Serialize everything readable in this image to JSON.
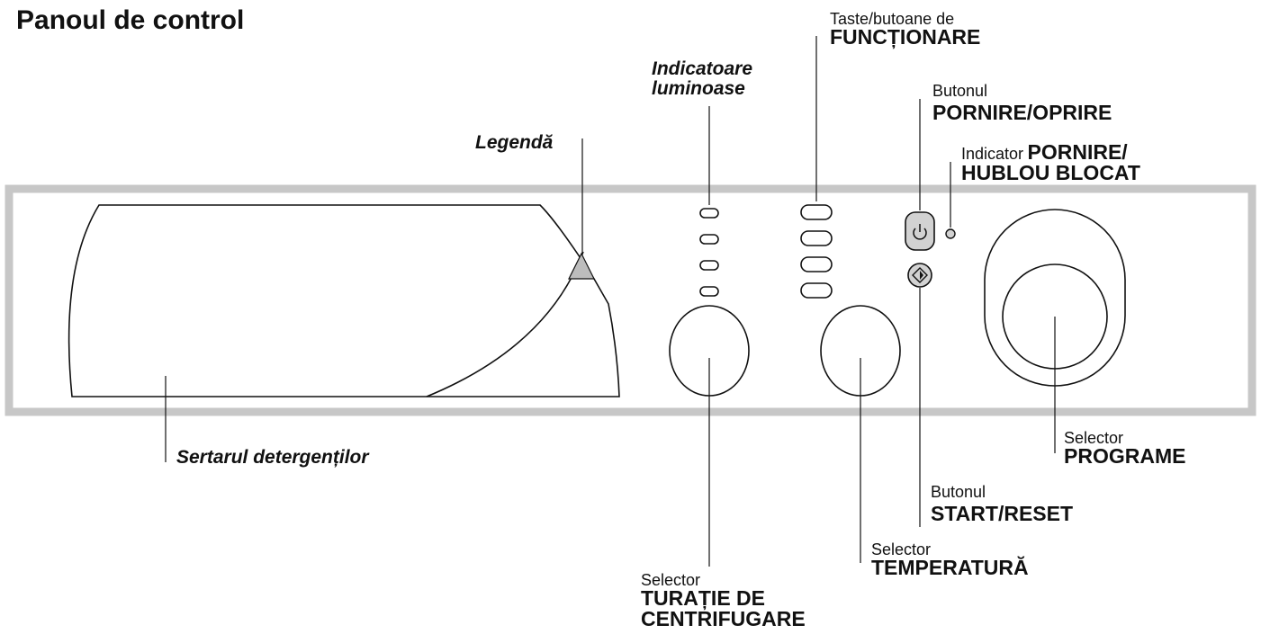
{
  "title": "Panoul de control",
  "labels": {
    "legend": "Legendă",
    "indicators_line1": "Indicatoare",
    "indicators_line2": "luminoase",
    "function_buttons_small": "Taste/butoane de",
    "function_buttons_big": "FUNCȚIONARE",
    "power_button_small": "Butonul",
    "power_button_big": "PORNIRE/OPRIRE",
    "power_indicator_small": "Indicator",
    "power_indicator_big1": "PORNIRE/",
    "power_indicator_big2": "HUBLOU BLOCAT",
    "drawer": "Sertarul detergenților",
    "program_selector_small": "Selector",
    "program_selector_big": "PROGRAME",
    "start_reset_small": "Butonul",
    "start_reset_big": "START/RESET",
    "temperature_selector_small": "Selector",
    "temperature_selector_big": "TEMPERATURĂ",
    "spin_selector_small": "Selector",
    "spin_selector_big1": "TURAȚIE DE",
    "spin_selector_big2": "CENTRIFUGARE"
  },
  "icons": {
    "power": "power-icon",
    "start": "start-reset-icon"
  },
  "colors": {
    "panel_border": "#c7c7c7",
    "line": "#111111",
    "button_fill": "#d2d2d2",
    "legend_triangle": "#bdbdbd"
  }
}
